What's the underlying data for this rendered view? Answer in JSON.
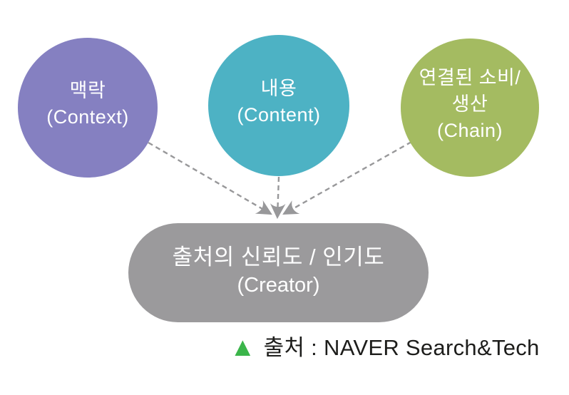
{
  "background_color": "#ffffff",
  "diagram": {
    "nodes": [
      {
        "id": "context",
        "lines": [
          "맥락",
          "(Context)"
        ],
        "color": "#8580c1"
      },
      {
        "id": "content",
        "lines": [
          "내용",
          "(Content)"
        ],
        "color": "#4db2c4"
      },
      {
        "id": "chain",
        "lines": [
          "연결된 소비/",
          "생산",
          "(Chain)"
        ],
        "color": "#a4bb61"
      }
    ],
    "result_node": {
      "id": "creator",
      "lines": [
        "출처의 신뢰도 / 인기도",
        "(Creator)"
      ],
      "color": "#9b9a9c"
    },
    "arrow_color": "#98989a"
  },
  "attribution": {
    "marker_icon": "▲",
    "marker_color": "#3bb54a",
    "text": "출처 : NAVER Search&Tech",
    "text_color": "#1d1d1b"
  }
}
